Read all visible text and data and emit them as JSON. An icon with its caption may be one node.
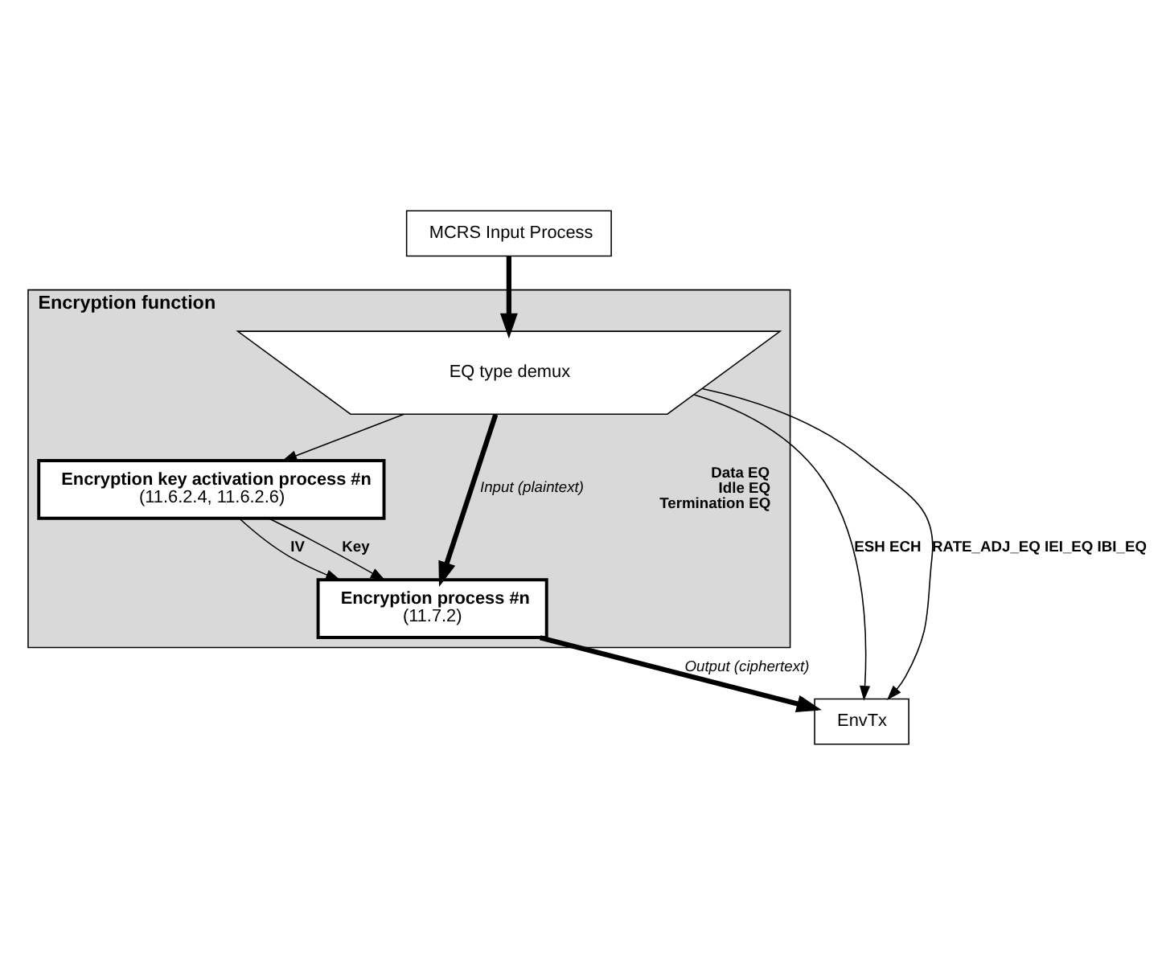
{
  "diagram": {
    "nodes": [
      {
        "text": [
          "MCRS Input Process"
        ]
      },
      {
        "text": [
          "Encryption function"
        ]
      },
      {
        "text": [
          "EQ type demux"
        ],
        "in": 1
      },
      {
        "text": [
          "Encryption key activation process #n",
          "(11.6.2.4, 11.6.2.6)"
        ],
        "in": 1
      },
      {
        "text": [
          "Encryption process #n",
          "(11.7.2)"
        ],
        "in": 1
      },
      {
        "text": [
          "EnvTx"
        ]
      }
    ],
    "edges": [
      {
        "from": 0,
        "to": 2,
        "arrow": "to",
        "style": "thick"
      },
      {
        "from": 2,
        "to": 5,
        "arrow": "to",
        "label": "ESH ECH"
      },
      {
        "from": 2,
        "to": 3,
        "arrow": "to"
      },
      {
        "from": 2,
        "to": 4,
        "arrow": "to",
        "style": "thick",
        "label": "Input (plaintext)"
      },
      {
        "from": 2,
        "to": 5,
        "arrow": "to",
        "label": "RATE_ADJ_EQ IEI_EQ IBI_EQ"
      },
      {
        "from": 3,
        "to": 4,
        "arrow": "to",
        "label": "IV"
      },
      {
        "from": 3,
        "to": 4,
        "arrow": "to",
        "label": "Key"
      },
      {
        "from": 4,
        "to": 5,
        "arrow": "to",
        "style": "thick",
        "label": "Output (ciphertext)"
      }
    ],
    "labels": [
      "Data EQ",
      "Idle EQ",
      "Termination EQ"
    ]
  }
}
